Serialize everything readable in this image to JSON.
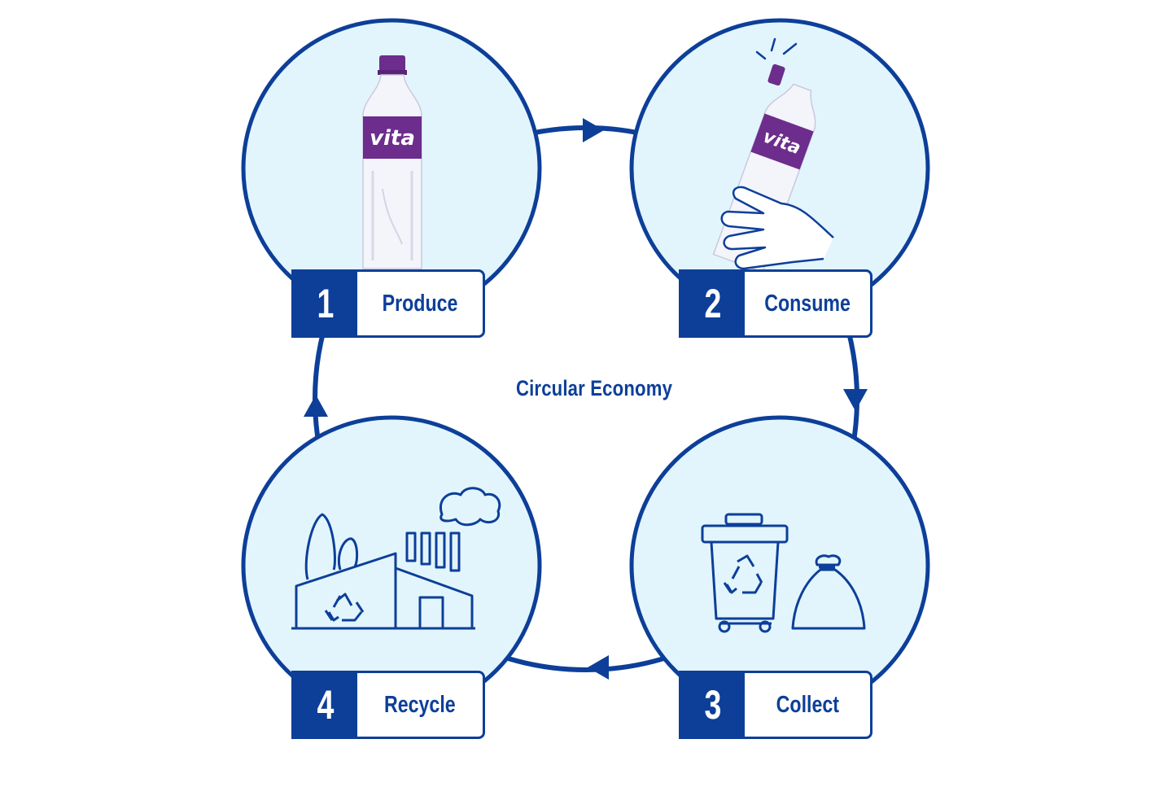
{
  "title": "Circular Economy",
  "steps": [
    {
      "number": "1",
      "label": "Produce",
      "icon": "water-bottle-icon"
    },
    {
      "number": "2",
      "label": "Consume",
      "icon": "hand-holding-bottle-icon"
    },
    {
      "number": "3",
      "label": "Collect",
      "icon": "recycle-bin-and-bag-icon"
    },
    {
      "number": "4",
      "label": "Recycle",
      "icon": "recycling-factory-icon"
    }
  ],
  "bottle_brand": "vita",
  "colors": {
    "primary": "#0d3f99",
    "circle_fill": "#e2f5fc",
    "bottle_label": "#6c2d8c",
    "background": "#ffffff"
  }
}
